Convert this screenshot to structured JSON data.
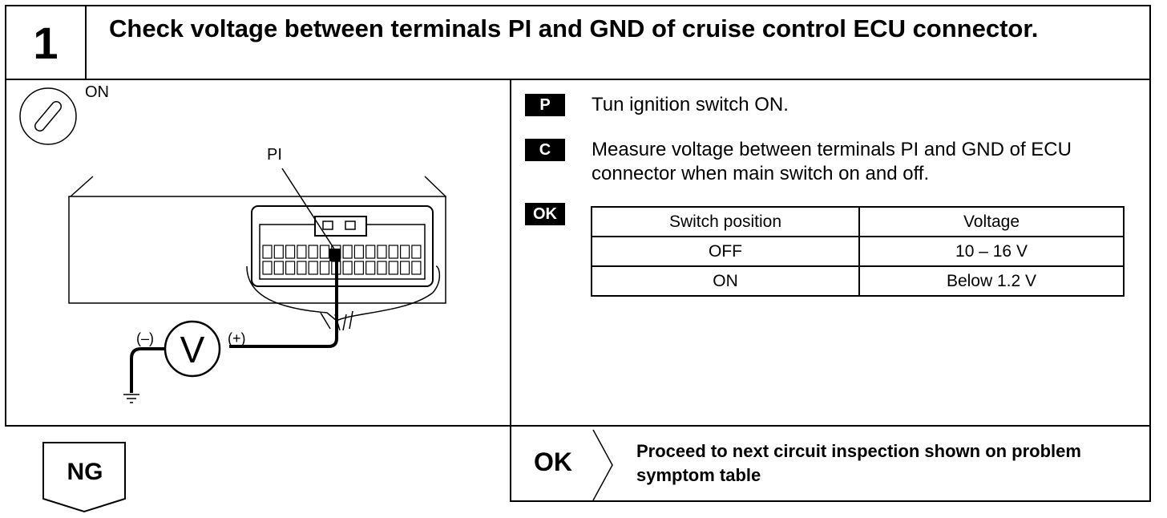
{
  "step": {
    "number": "1",
    "title": "Check voltage between terminals PI and GND of cruise control ECU connector."
  },
  "diagram": {
    "ignition_label": "ON",
    "terminal_label": "PI",
    "probe_negative": "(–)",
    "probe_positive": "(+)",
    "meter_symbol": "V"
  },
  "procedure": {
    "prepare": {
      "badge": "P",
      "text": "Tun ignition switch ON."
    },
    "check": {
      "badge": "C",
      "text": "Measure voltage between terminals PI and GND of ECU connector when main switch on and off."
    },
    "ok_badge": "OK"
  },
  "spec_table": {
    "headers": [
      "Switch position",
      "Voltage"
    ],
    "rows": [
      [
        "OFF",
        "10 – 16 V"
      ],
      [
        "ON",
        "Below 1.2 V"
      ]
    ]
  },
  "result": {
    "ok_label": "OK",
    "ok_text": "Proceed to next circuit inspection shown on problem symptom table",
    "ng_label": "NG"
  }
}
